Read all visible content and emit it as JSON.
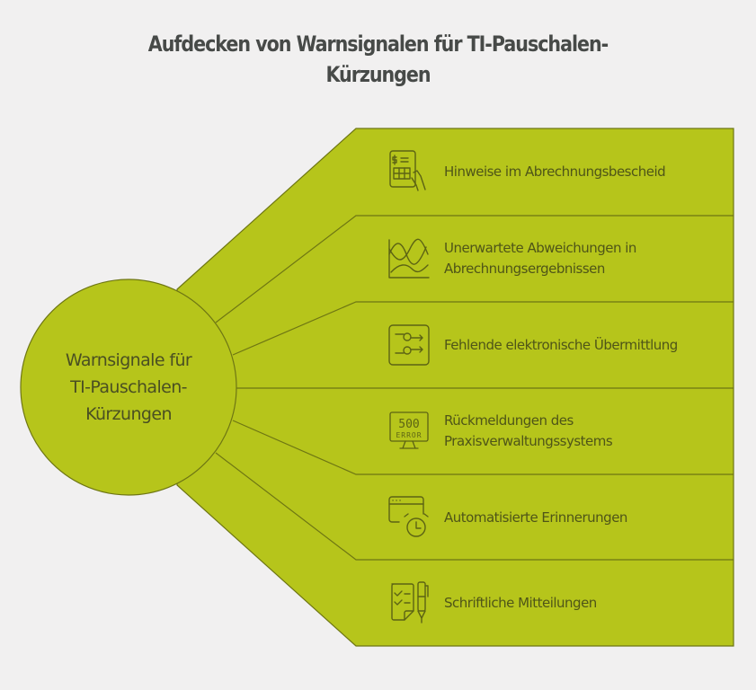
{
  "title": "Aufdecken von Warnsignalen für TI-Pauschalen-Kürzungen",
  "title_lines": [
    "Aufdecken von Warnsignalen für TI-Pauschalen-",
    "Kürzungen"
  ],
  "center": {
    "label_lines": [
      "Warnsignale für",
      "TI-Pauschalen-",
      "Kürzungen"
    ]
  },
  "colors": {
    "background": "#f1f0f0",
    "fill": "#b6c51b",
    "stroke": "#6e7613",
    "text": "#4f5518",
    "title": "#474a48"
  },
  "items": [
    {
      "icon": "invoice-hand-icon",
      "lines": [
        "Hinweise im Abrechnungsbescheid"
      ]
    },
    {
      "icon": "wave-chart-icon",
      "lines": [
        "Unerwartete Abweichungen in",
        "Abrechnungsergebnissen"
      ]
    },
    {
      "icon": "transfer-arrows-icon",
      "lines": [
        "Fehlende elektronische Übermittlung"
      ]
    },
    {
      "icon": "error-500-monitor-icon",
      "lines": [
        "Rückmeldungen des",
        "Praxisverwaltungssystems"
      ],
      "icon_text": [
        "500",
        "ERROR"
      ]
    },
    {
      "icon": "browser-alarm-clock-icon",
      "lines": [
        "Automatisierte Erinnerungen"
      ]
    },
    {
      "icon": "checklist-pen-icon",
      "lines": [
        "Schriftliche Mitteilungen"
      ]
    }
  ]
}
